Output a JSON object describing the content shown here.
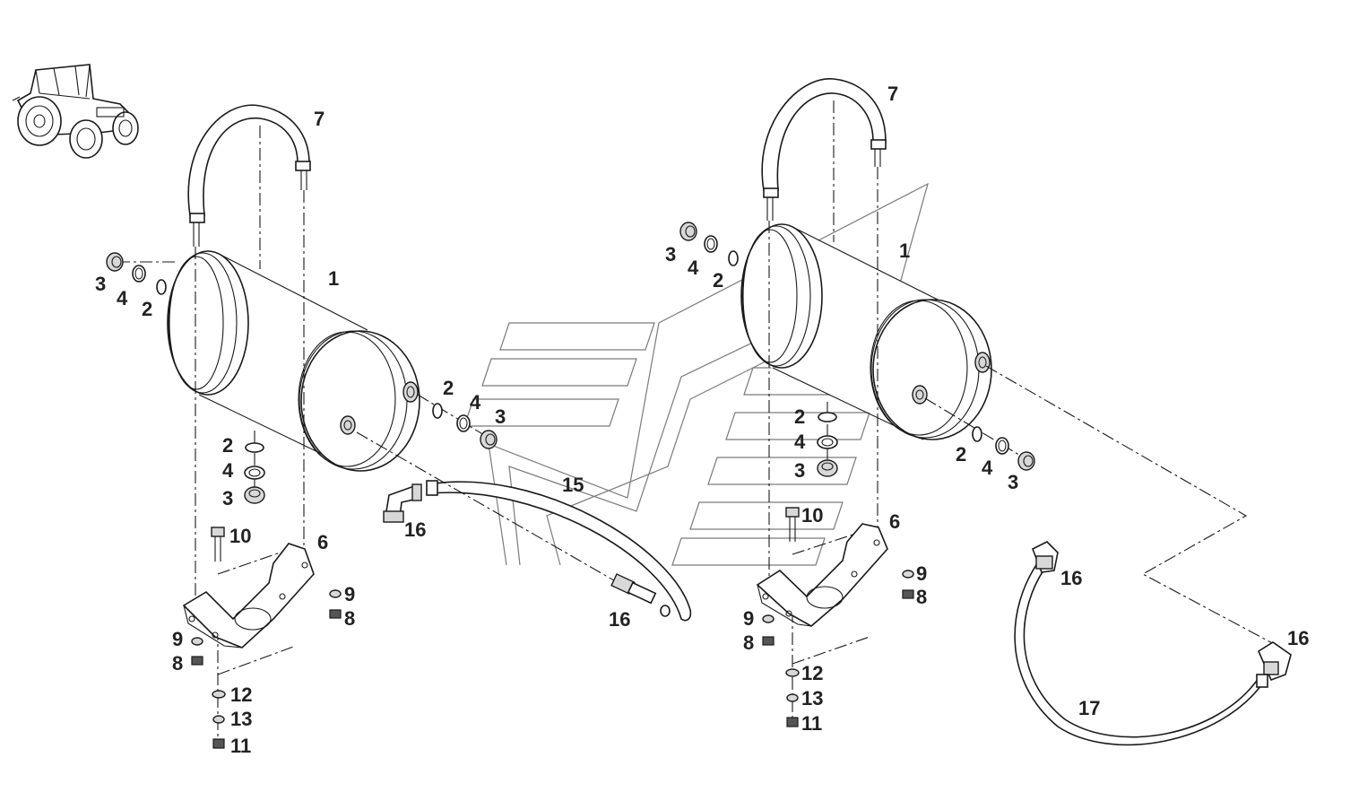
{
  "diagram": {
    "callouts": {
      "left_tank": {
        "c1": "1",
        "c7": "7",
        "c3a": "3",
        "c4a": "4",
        "c2a": "2",
        "c2b": "2",
        "c4b": "4",
        "c3b": "3",
        "c2c": "2",
        "c4c": "4",
        "c3c": "3",
        "c10": "10",
        "c6": "6",
        "c9a": "9",
        "c8a": "8",
        "c9b": "9",
        "c8b": "8",
        "c12": "12",
        "c13": "13",
        "c11": "11"
      },
      "hose_15": {
        "c15": "15",
        "c16a": "16",
        "c16b": "16"
      },
      "right_tank": {
        "c1": "1",
        "c7": "7",
        "c3a": "3",
        "c4a": "4",
        "c2a": "2",
        "c2b": "2",
        "c4b": "4",
        "c3b": "3",
        "c2c": "2",
        "c4c": "4",
        "c3c": "3",
        "c10": "10",
        "c6": "6",
        "c9a": "9",
        "c8a": "8",
        "c9b": "9",
        "c8b": "8",
        "c12": "12",
        "c13": "13",
        "c11": "11"
      },
      "hose_17": {
        "c16a": "16",
        "c16b": "16",
        "c17": "17"
      }
    }
  }
}
